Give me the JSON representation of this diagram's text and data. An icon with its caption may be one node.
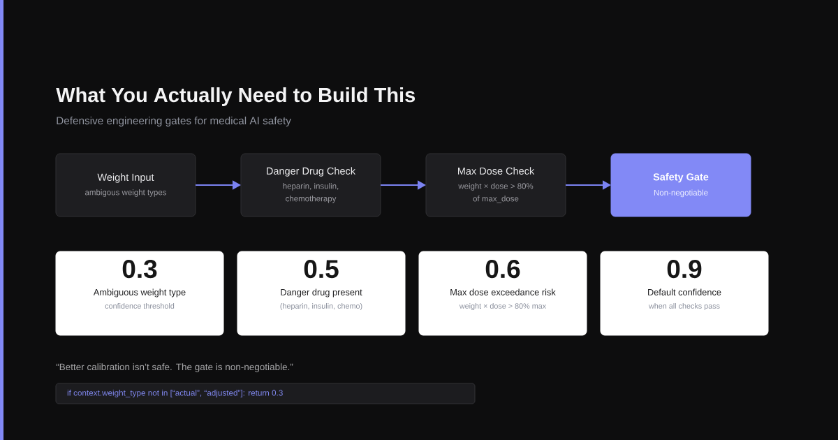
{
  "diagram": {
    "title": "What You Actually Need to Build This",
    "nodes": [
      {
        "text": [
          "Weight Input",
          "ambigous weight types"
        ]
      },
      {
        "text": [
          "Danger Drug Check",
          "heparin, insulin, chemotherapy"
        ]
      },
      {
        "text": [
          "Max Dose Check",
          "weight × dose > 80% of max_dose"
        ]
      },
      {
        "text": [
          "Safety Gate",
          "Non-negotiable"
        ]
      },
      {
        "text": [
          "0.3",
          "Ambiguous weight type",
          "confidence threshold"
        ]
      },
      {
        "text": [
          "0.5",
          "Danger drug present",
          "(heparin, insulin, chemo)"
        ]
      },
      {
        "text": [
          "0.6",
          "Max dose exceedance risk",
          "weight × dose > 80% max"
        ]
      },
      {
        "text": [
          "0.9",
          "Default confidence",
          "when all checks pass"
        ]
      },
      {
        "text": [
          "if context.weight_type not in [“actual”, “adjusted”]: return 0.3"
        ]
      }
    ],
    "edges": [
      {
        "from": 0,
        "to": 1,
        "arrow": "to"
      },
      {
        "from": 1,
        "to": 2,
        "arrow": "to"
      },
      {
        "from": 2,
        "to": 3,
        "arrow": "to"
      }
    ],
    "labels": [
      "Defensive engineering gates for medical AI safety",
      "“Better calibration isn’t safe. The gate is non-negotiable.”"
    ]
  }
}
